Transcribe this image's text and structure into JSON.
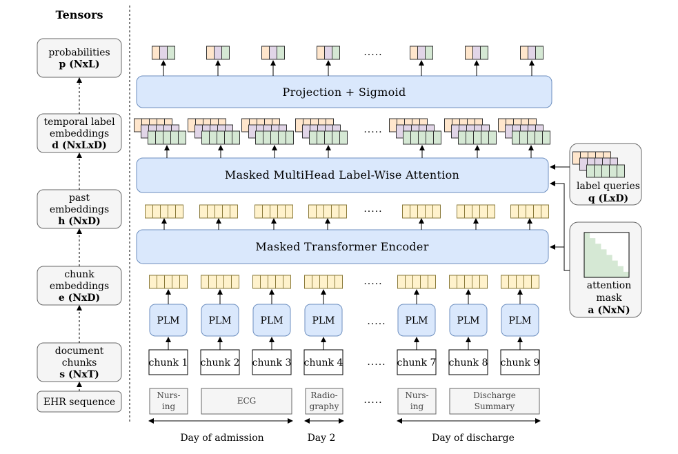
{
  "tensors": {
    "header": "Tensors",
    "items": [
      {
        "lines": [
          "probabilities"
        ],
        "symbol": "p",
        "dims": " (NxL)"
      },
      {
        "lines": [
          "temporal label",
          "embeddings"
        ],
        "symbol": "d",
        "dims": " (NxLxD)"
      },
      {
        "lines": [
          "past",
          "embeddings"
        ],
        "symbol": "h",
        "dims": " (NxD)"
      },
      {
        "lines": [
          "chunk",
          "embeddings"
        ],
        "symbol": "e",
        "dims": " (NxD)"
      },
      {
        "lines": [
          "document",
          "chunks"
        ],
        "symbol": "s",
        "dims": " (NxT)"
      }
    ],
    "base_label": "EHR sequence"
  },
  "layers": {
    "projection": "Projection + Sigmoid",
    "attention": "Masked MultiHead Label-Wise Attention",
    "encoder": "Masked Transformer Encoder"
  },
  "plm_label": "PLM",
  "chunks": [
    "chunk 1",
    "chunk 2",
    "chunk 3",
    "chunk 4",
    "chunk 7",
    "chunk 8",
    "chunk 9"
  ],
  "ellipsis": ".....",
  "documents": [
    {
      "lines": [
        "Nurs-",
        "ing"
      ]
    },
    {
      "lines": [
        "ECG"
      ]
    },
    {
      "lines": [
        "Radio-",
        "graphy"
      ]
    },
    {
      "lines": [
        "Nurs-",
        "ing"
      ]
    },
    {
      "lines": [
        "Discharge",
        "Summary"
      ]
    }
  ],
  "days": [
    "Day of admission",
    "Day 2",
    "Day of discharge"
  ],
  "side_inputs": {
    "label_queries": {
      "line1": "label queries",
      "symbol": "q",
      "dims": " (LxD)"
    },
    "attention_mask": {
      "line1": "attention",
      "line2": "mask",
      "symbol": "a",
      "dims": " (NxN)"
    }
  },
  "colors": {
    "layer_fill": "#dae8fc",
    "layer_stroke": "#6c8ebf",
    "tensor_fill": "#f5f5f5",
    "tensor_stroke": "#666666",
    "vector_yellow": "#fff2cc",
    "vector_yellow_stroke": "#8a7a3a",
    "label_orange": "#ffe6cc",
    "label_purple": "#e1d5e7",
    "label_green": "#d5e8d4",
    "mask_green": "#d5e8d4"
  }
}
